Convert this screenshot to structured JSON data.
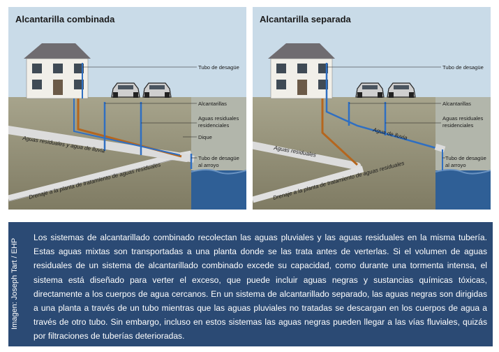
{
  "diagrams": {
    "left": {
      "title": "Alcantarilla combinada",
      "labels": {
        "downspout": "Tubo de desagüe",
        "sewers": "Alcantarillas",
        "residential": [
          "Aguas residuales",
          "residenciales"
        ],
        "dike": "Dique",
        "outfall": [
          "Tubo de desagüe",
          "al arroyo"
        ],
        "mixed_pipe": "Aguas residuales y agua de lluvia",
        "plant_drain": "Drenaje a la planta de tratamiento de aguas residuales"
      }
    },
    "right": {
      "title": "Alcantarilla separada",
      "labels": {
        "downspout": "Tubo de desagüe",
        "sewers": "Alcantarillas",
        "residential": [
          "Aguas residuales",
          "residenciales"
        ],
        "outfall": [
          "Tubo de desagüe",
          "al arroyo"
        ],
        "waste_pipe": "Aguas residuales",
        "rain_pipe": "Agua de lluvia",
        "plant_drain": "Drenaje a la planta de tratamiento de aguas residuales"
      }
    }
  },
  "caption": {
    "credit": "Imagen: Joseph Tart / EHP",
    "text": "Los sistemas de alcantarillado combinado recolectan las aguas pluviales y las aguas residuales en la misma tubería. Estas aguas mixtas son transportadas a una planta donde se las trata antes de verterlas. Si el volumen de aguas residuales de un sistema de alcantarillado combinado excede su capacidad, como durante una tormenta intensa, el sistema está diseñado para verter el exceso, que puede incluir aguas negras y sustancias químicas tóxicas, directamente a los cuerpos de agua cercanos. En un sistema de alcantarillado separado, las aguas negras son dirigidas a una planta a través de un tubo mientras que las aguas pluviales no tratadas se descargan en los cuerpos de agua a través de otro tubo. Sin embargo, incluso en estos sistemas las aguas negras pueden llegar a las vías fluviales, quizás por filtraciones de tuberías deterioradas."
  },
  "colors": {
    "sky": "#c9dbe8",
    "ground": "#8e8a72",
    "ground_top": "#a7a48c",
    "water": "#2f5f96",
    "stormwater_pipe": "#2f6fc2",
    "sewage_pipe": "#b5661e",
    "main_pipe": "#dcdcdc",
    "caption_bg": "#2b4a74"
  }
}
